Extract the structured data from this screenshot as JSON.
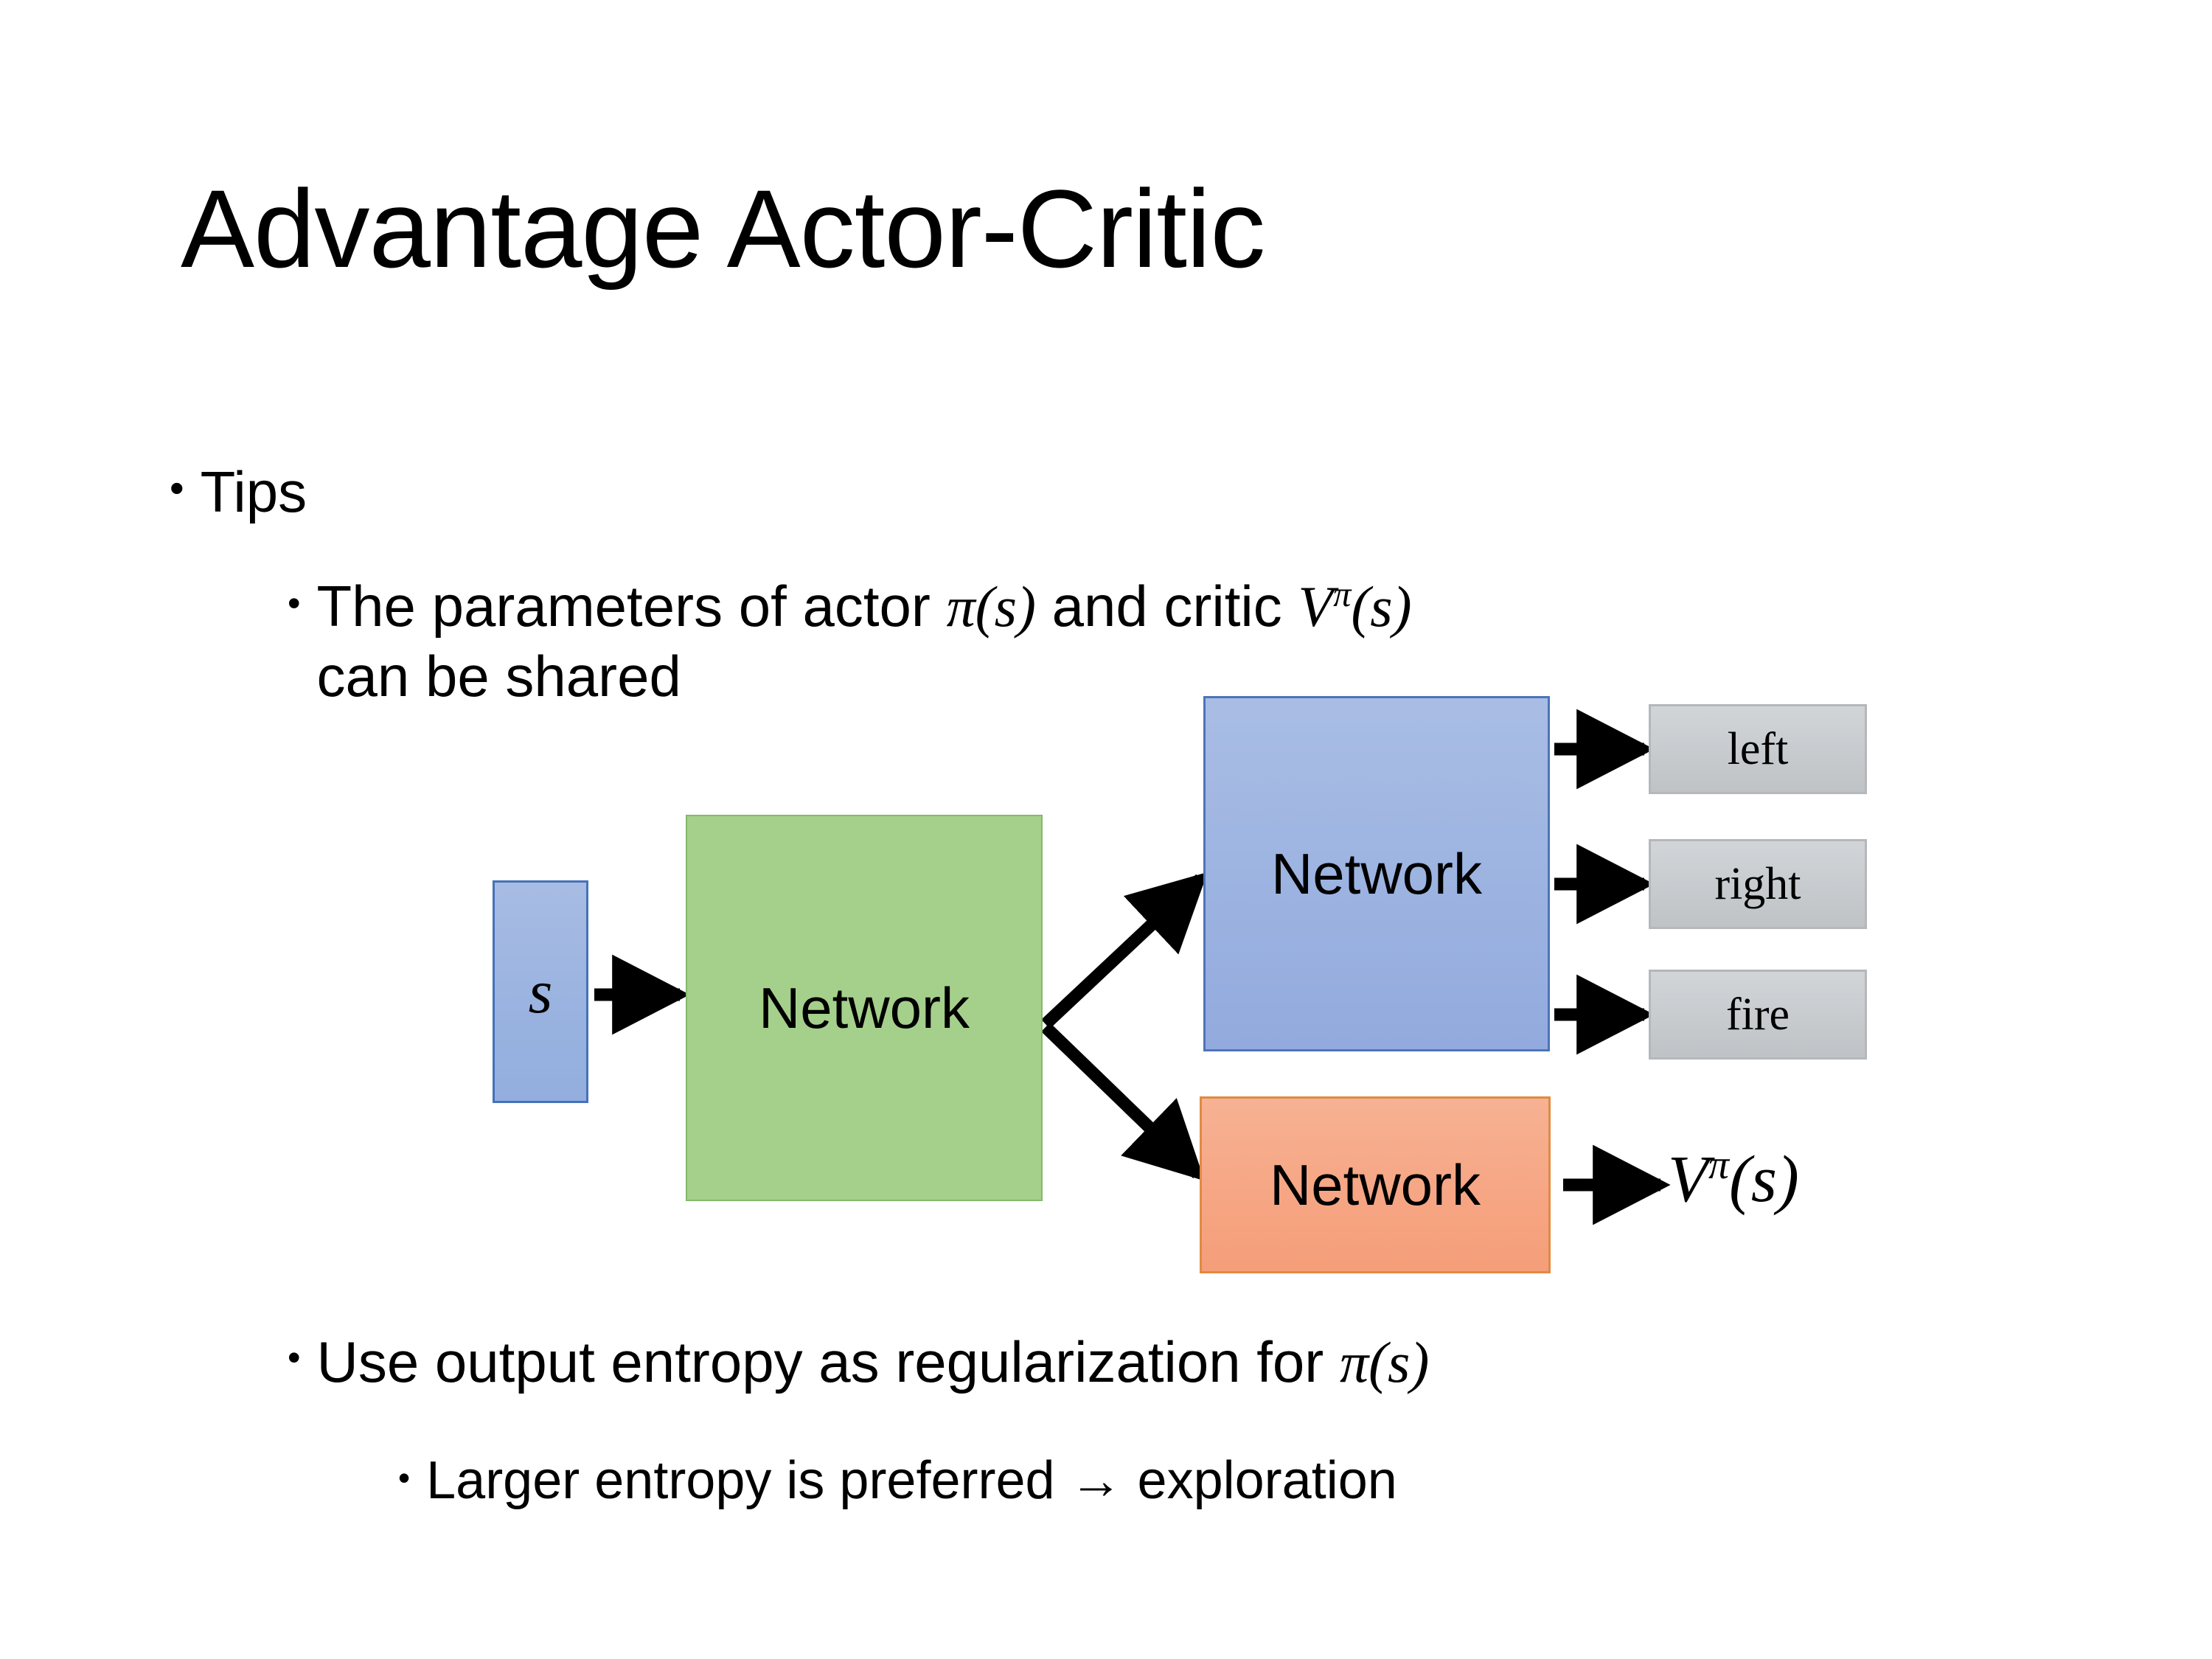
{
  "slide": {
    "title": "Advantage Actor-Critic",
    "background_color": "#ffffff"
  },
  "bullets": {
    "tips": {
      "marker": "•",
      "text": "Tips"
    },
    "shared_params": {
      "marker": "•",
      "text_before": "The parameters of actor ",
      "math_actor": "π(s)",
      "text_middle": " and critic ",
      "math_critic_base": "V",
      "math_critic_sup": "π",
      "math_critic_arg": "(s)",
      "text_after": "can be shared",
      "full_text": "The parameters of actor π(s)  and critic Vπ(s) can be shared"
    },
    "entropy": {
      "marker": "•",
      "text_before": "Use output entropy as regularization for ",
      "math": "π(s)",
      "full_text": "Use output entropy as regularization for π(s)"
    },
    "exploration": {
      "marker": "•",
      "text": "Larger entropy is preferred → exploration"
    }
  },
  "diagram": {
    "input_box": {
      "label": "s",
      "fill": "#9ab3e0",
      "border": "#4472b8"
    },
    "shared_network": {
      "label": "Network",
      "fill": "#a5d08b",
      "border": "#85b96a"
    },
    "actor_network": {
      "label": "Network",
      "fill": "#9db4e1",
      "border": "#4d74ba"
    },
    "critic_network": {
      "label": "Network",
      "fill": "#f6a684",
      "border": "#e08a43"
    },
    "actions": [
      {
        "label": "left",
        "fill": "#c7cbce",
        "border": "#b4b8bb"
      },
      {
        "label": "right",
        "fill": "#c7cbce",
        "border": "#b4b8bb"
      },
      {
        "label": "fire",
        "fill": "#c7cbce",
        "border": "#b4b8bb"
      }
    ],
    "critic_output": {
      "base": "V",
      "superscript": "π",
      "argument": "(s)"
    },
    "arrow_color": "#000000"
  }
}
